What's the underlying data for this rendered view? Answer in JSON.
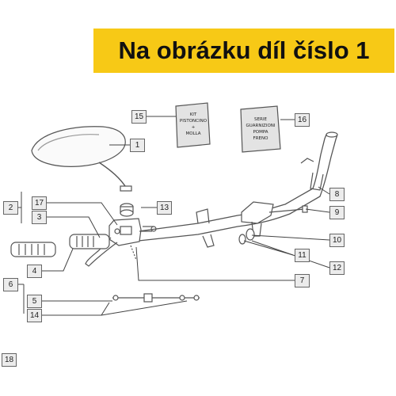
{
  "banner": {
    "text": "Na obrázku díl číslo 1"
  },
  "colors": {
    "banner_bg": "#f7c916",
    "banner_text": "#111111",
    "line": "#555555",
    "callout_bg": "#ececec"
  },
  "labels": {
    "kit15": [
      "KIT",
      "PISTONCINO",
      "+",
      "MOLLA"
    ],
    "kit16": [
      "SERIE",
      "GUARNIZIONI",
      "POMPA",
      "FRENO"
    ]
  },
  "callouts": {
    "c1": "1",
    "c2": "2",
    "c3": "3",
    "c4": "4",
    "c5": "5",
    "c6": "6",
    "c7": "7",
    "c8": "8",
    "c9": "9",
    "c10": "10",
    "c11": "11",
    "c12": "12",
    "c13": "13",
    "c14": "14",
    "c15": "15",
    "c16": "16",
    "c17": "17",
    "c18": "18"
  }
}
